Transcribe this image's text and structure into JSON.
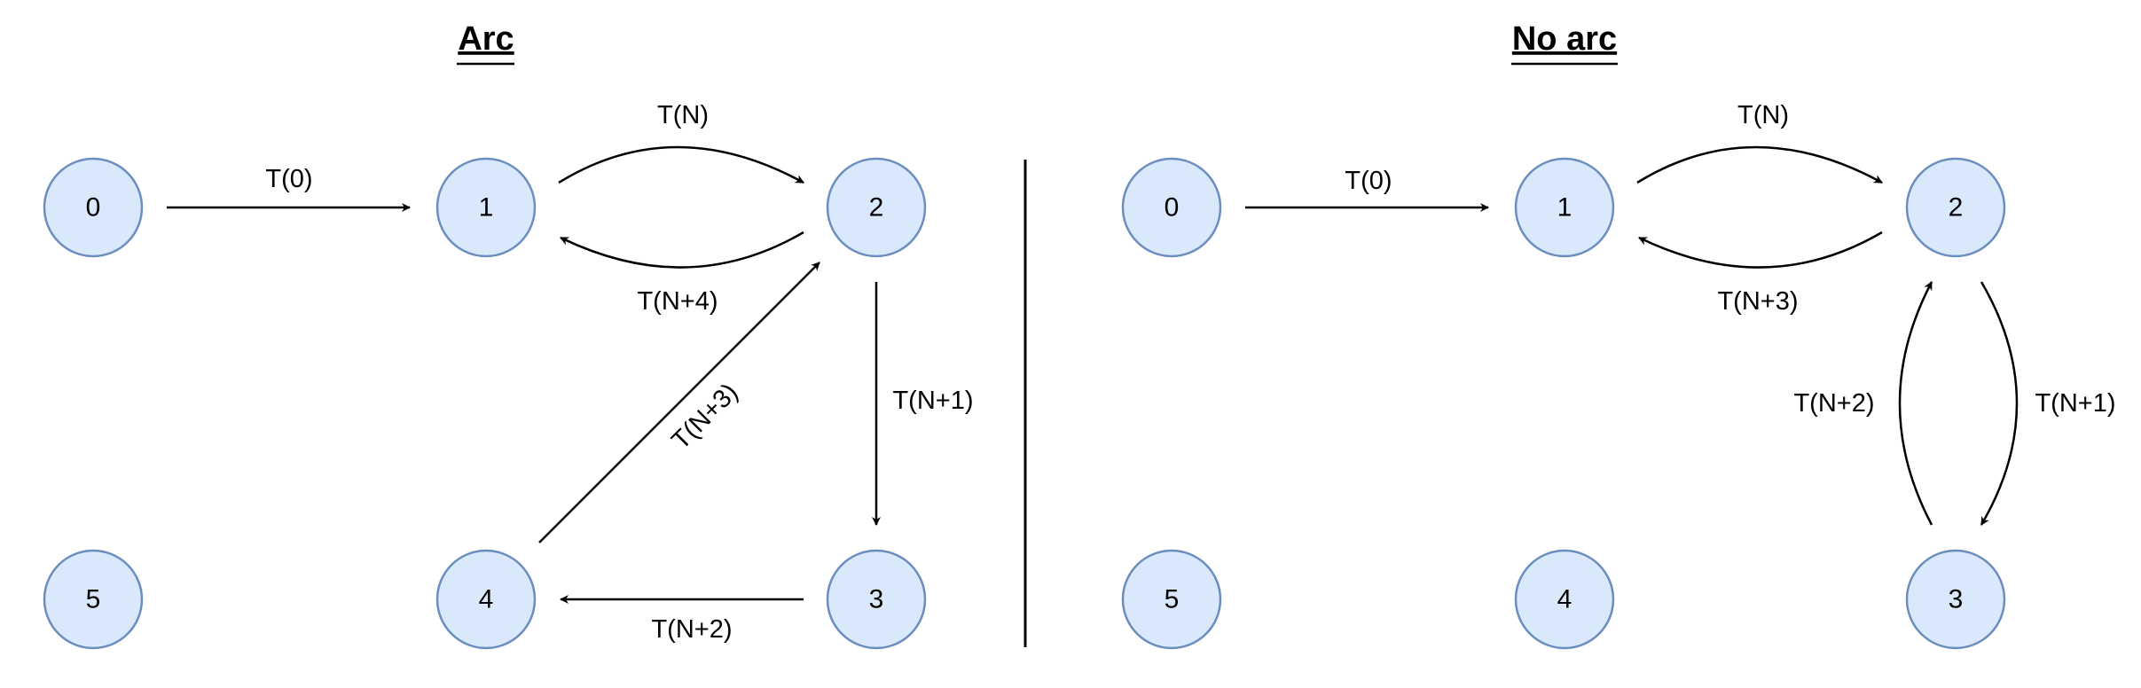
{
  "panels": [
    {
      "id": "arc",
      "title": "Arc",
      "nodes": [
        {
          "label": "0"
        },
        {
          "label": "1"
        },
        {
          "label": "2"
        },
        {
          "label": "3"
        },
        {
          "label": "4"
        },
        {
          "label": "5"
        }
      ],
      "edges": [
        {
          "from": "0",
          "to": "1",
          "label": "T(0)"
        },
        {
          "from": "1",
          "to": "2",
          "label": "T(N)"
        },
        {
          "from": "2",
          "to": "3",
          "label": "T(N+1)"
        },
        {
          "from": "3",
          "to": "4",
          "label": "T(N+2)"
        },
        {
          "from": "4",
          "to": "2",
          "label": "T(N+3)"
        },
        {
          "from": "2",
          "to": "1",
          "label": "T(N+4)"
        }
      ]
    },
    {
      "id": "no-arc",
      "title": "No arc",
      "nodes": [
        {
          "label": "0"
        },
        {
          "label": "1"
        },
        {
          "label": "2"
        },
        {
          "label": "3"
        },
        {
          "label": "4"
        },
        {
          "label": "5"
        }
      ],
      "edges": [
        {
          "from": "0",
          "to": "1",
          "label": "T(0)"
        },
        {
          "from": "1",
          "to": "2",
          "label": "T(N)"
        },
        {
          "from": "2",
          "to": "3",
          "label": "T(N+1)"
        },
        {
          "from": "3",
          "to": "2",
          "label": "T(N+2)"
        },
        {
          "from": "2",
          "to": "1",
          "label": "T(N+3)"
        }
      ]
    }
  ],
  "colors": {
    "node_fill": "#dae8fc",
    "node_stroke": "#6c8ebf",
    "edge": "#000000"
  }
}
